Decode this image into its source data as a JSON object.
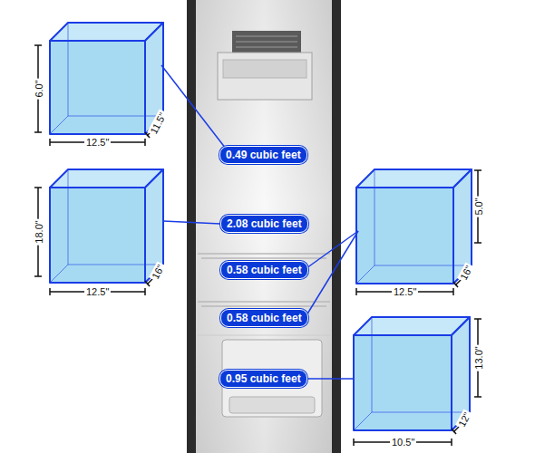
{
  "diagram": {
    "nodes": [
      {
        "text": [
          "0.49 cubic feet"
        ]
      },
      {
        "text": [
          "2.08 cubic feet"
        ]
      },
      {
        "text": [
          "0.58 cubic feet"
        ]
      },
      {
        "text": [
          "0.58 cubic feet"
        ]
      },
      {
        "text": [
          "0.95 cubic feet"
        ]
      }
    ],
    "labels": [
      "6.0\"",
      "12.5\"",
      "11.5\"",
      "18.0\"",
      "12.5\"",
      "16\"",
      "5.0\"",
      "12.5\"",
      "16\"",
      "13.0\"",
      "10.5\"",
      "12\""
    ]
  }
}
